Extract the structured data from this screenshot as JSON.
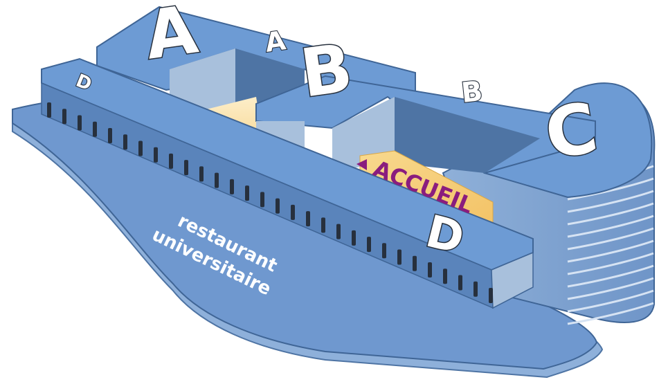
{
  "buildings": {
    "a_large": "A",
    "a_small": "A",
    "b_large": "B",
    "b_small": "B",
    "c_large": "C",
    "d_small": "D",
    "d_large": "D"
  },
  "accueil": {
    "label": "ACCUEIL"
  },
  "restaurant": {
    "line1": "restaurant",
    "line2": "universitaire"
  },
  "colors": {
    "roof": "#6d9bd4",
    "wall_dark": "#4e74a4",
    "wall_light": "#a8c0dc",
    "outline": "#27303d",
    "accueil_fill": "#f5c970",
    "accueil_text": "#8a1d7e",
    "courtyard": "#fde7b8"
  }
}
